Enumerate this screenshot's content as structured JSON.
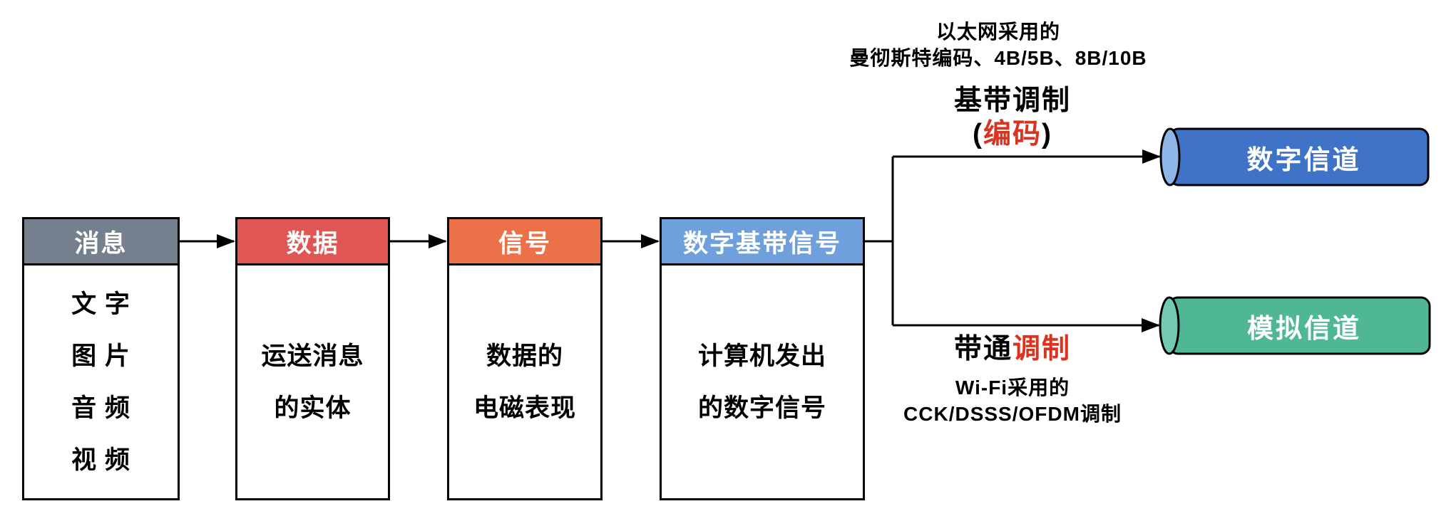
{
  "diagram": {
    "colors": {
      "gray_header": "#75808E",
      "red_header": "#E05655",
      "orange_header": "#ED7148",
      "blue_header": "#6FA0DB",
      "digital_body": "#3E73C8",
      "digital_cap": "#8FB6E9",
      "analog_body": "#4FB696",
      "analog_cap": "#73C9B2",
      "accent_red": "#D93420",
      "line_black": "#000000"
    },
    "boxes": [
      {
        "header": "消息",
        "lines": [
          "文 字",
          "图 片",
          "音 频",
          "视 频"
        ]
      },
      {
        "header": "数据",
        "lines": [
          "运送消息",
          "的实体"
        ]
      },
      {
        "header": "信号",
        "lines": [
          "数据的",
          "电磁表现"
        ]
      },
      {
        "header": "数字基带信号",
        "lines": [
          "计算机发出",
          "的数字信号"
        ]
      }
    ],
    "branch_top": {
      "note_line1": "以太网采用的",
      "note_line2": "曼彻斯特编码、4B/5B、8B/10B",
      "label_black": "基带调制",
      "paren_open": "(",
      "label_red": "编码",
      "paren_close": ")"
    },
    "branch_bottom": {
      "label_black": "带通",
      "label_red": "调制",
      "note_line1": "Wi-Fi采用的",
      "note_line2": "CCK/DSSS/OFDM调制"
    },
    "channels": [
      {
        "label": "数字信道"
      },
      {
        "label": "模拟信道"
      }
    ]
  }
}
